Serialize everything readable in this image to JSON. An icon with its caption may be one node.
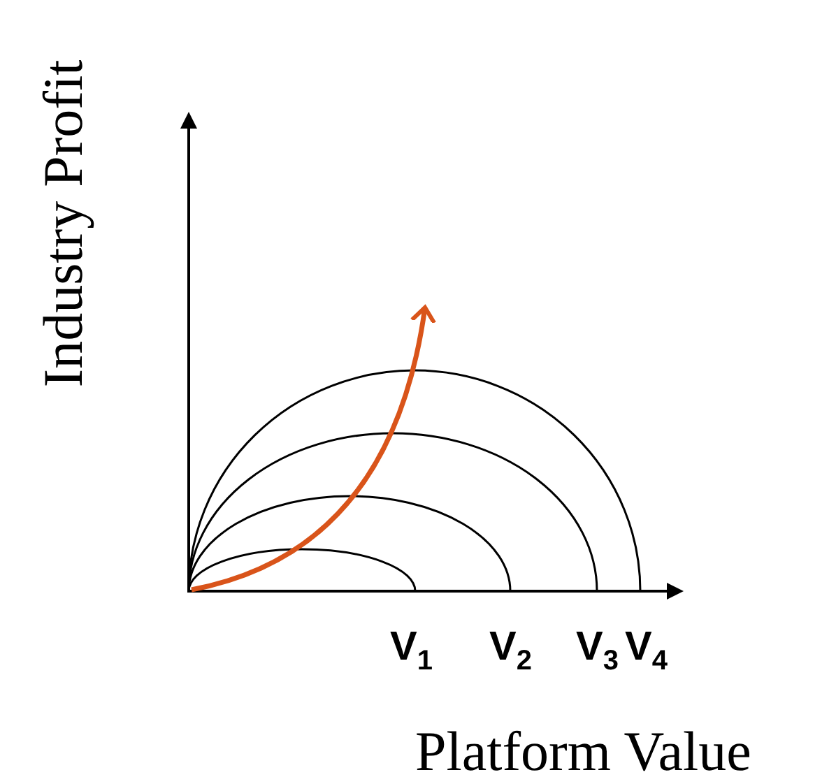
{
  "diagram": {
    "labels": [
      "Industry Profit",
      "V$_{1}$",
      "V$_{2}$",
      "V$_{3}$",
      "V$_{4}$",
      "Platform Value"
    ]
  }
}
